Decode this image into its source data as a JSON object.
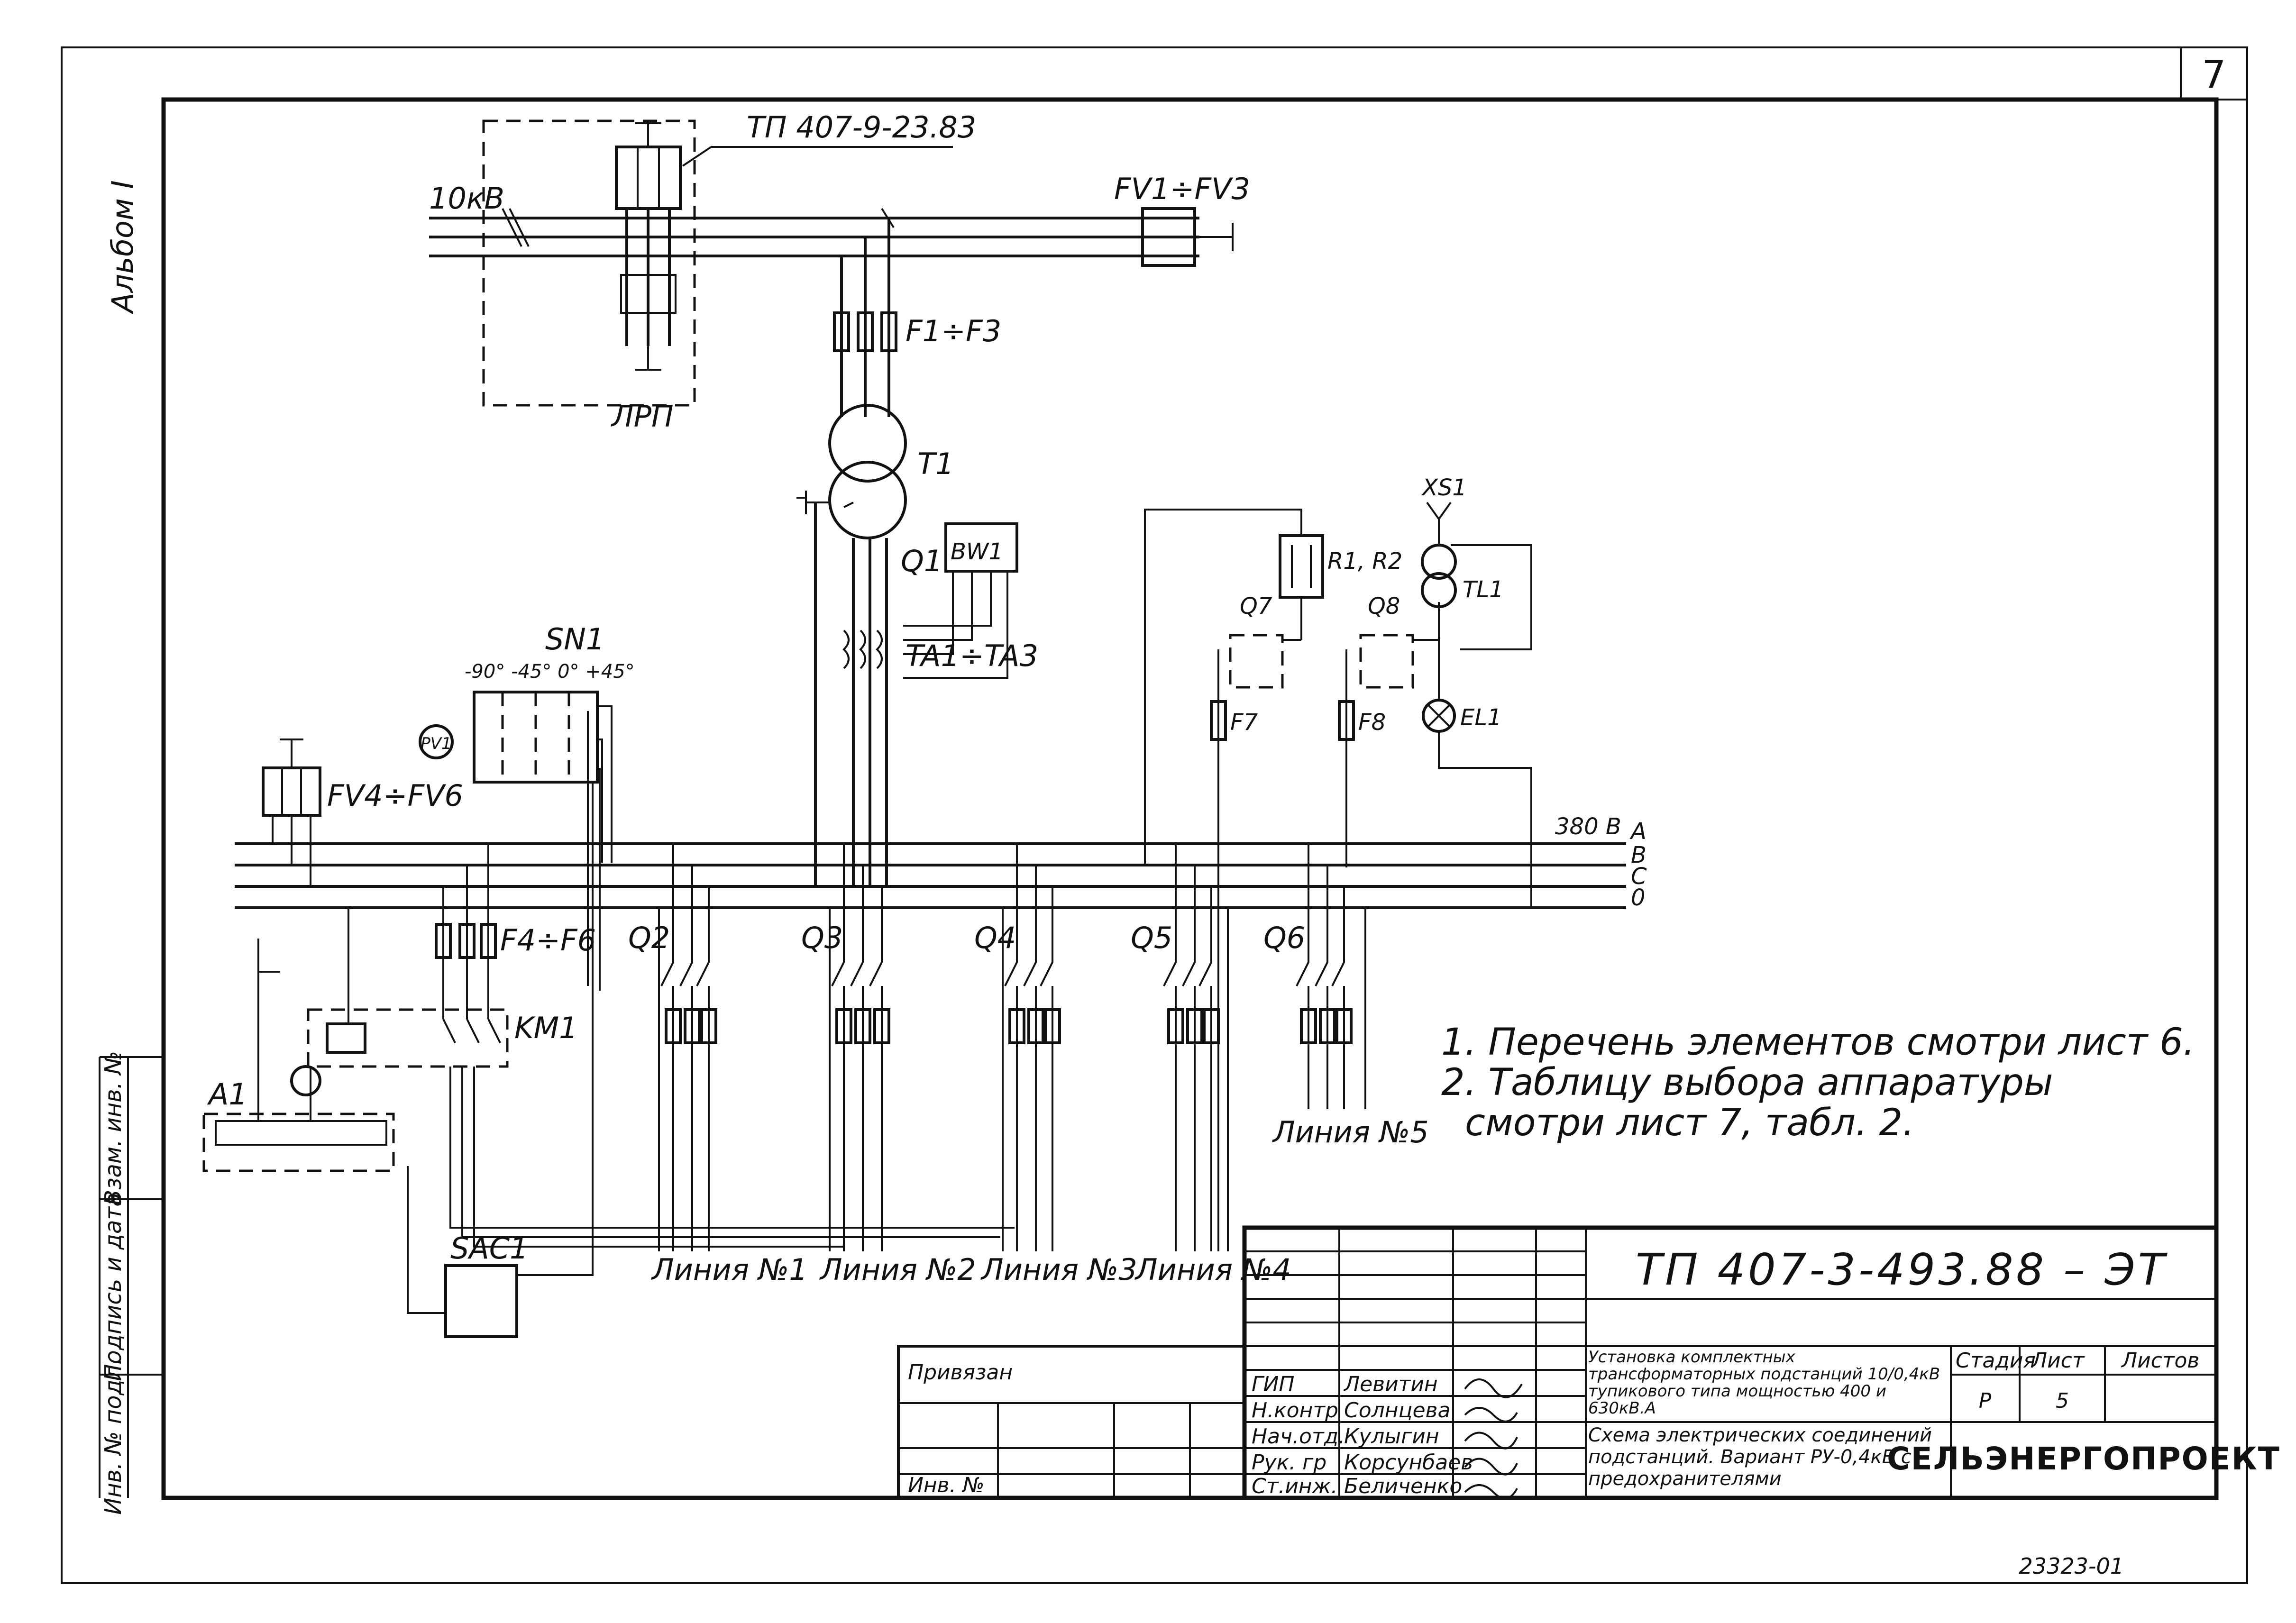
{
  "sheet": {
    "sheet_corner_number": "7",
    "album_label": "Альбом I",
    "archive_number": "23323-01",
    "side_labels": [
      "Взам. инв. №",
      "Подпись и дата",
      "Инв. № подл."
    ]
  },
  "diagram": {
    "voltage_hv": "10кВ",
    "project_ref": "ТП 407-9-23.83",
    "disconnector_box": "ЛРП",
    "surge_arresters_hv": "FV1÷FV3",
    "fuses_hv": "F1÷F3",
    "transformer": "T1",
    "main_breaker": "Q1",
    "meter": "BW1",
    "current_transformers": "TA1÷TA3",
    "switch_sn": "SN1",
    "switch_sn_positions": "-90° -45° 0° +45°",
    "voltmeter": "PV1",
    "surge_arresters_lv": "FV4÷FV6",
    "busbar_voltage": "380 В",
    "busbar_phases": [
      "A",
      "B",
      "C",
      "0"
    ],
    "fuses_f4_f6": "F4÷F6",
    "contactor": "KM1",
    "photo_relay": "A1",
    "selector_switch": "SAC1",
    "resistors": "R1, R2",
    "xs": "XS1",
    "tl": "TL1",
    "lamp": "EL1",
    "q7": "Q7",
    "q8": "Q8",
    "f7": "F7",
    "f8": "F8",
    "feeders": [
      {
        "breaker": "Q2",
        "line": "Линия №1"
      },
      {
        "breaker": "Q3",
        "line": "Линия №2"
      },
      {
        "breaker": "Q4",
        "line": "Линия №3"
      },
      {
        "breaker": "Q5",
        "line": "Линия №4"
      },
      {
        "breaker": "Q6",
        "line": "Линия №5"
      }
    ]
  },
  "notes": [
    "1. Перечень элементов смотри лист 6.",
    "2. Таблицу выбора аппаратуры",
    "смотри лист 7, табл. 2."
  ],
  "title_block": {
    "doc_code": "ТП 407-3-493.88 – ЭТ",
    "bound": "Привязан",
    "inv": "Инв. №",
    "description_1": "Установка комплектных трансформаторных подстанций 10/0,4кВ тупикового типа мощностью 400 и 630кВ.А",
    "description_2": "Схема электрических соединений подстанций. Вариант РУ-0,4кВ с предохранителями",
    "stage_header": "Стадия",
    "sheet_header": "Лист",
    "sheets_header": "Листов",
    "stage": "Р",
    "sheet": "5",
    "organization": "СЕЛЬЭНЕРГОПРОЕКТ",
    "signatures": [
      {
        "role": "ГИП",
        "name": "Левитин"
      },
      {
        "role": "Н.контр",
        "name": "Солнцева"
      },
      {
        "role": "Нач.отд.",
        "name": "Кулыгин"
      },
      {
        "role": "Рук. гр",
        "name": "Корсунбаев"
      },
      {
        "role": "Ст.инж.",
        "name": "Беличенко"
      }
    ]
  }
}
